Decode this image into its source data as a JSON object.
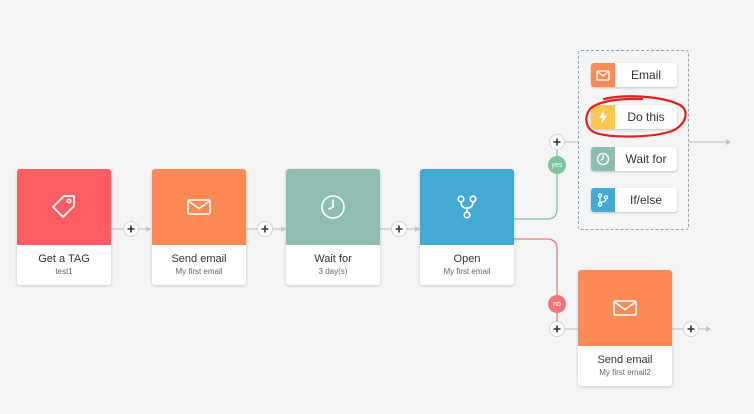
{
  "colors": {
    "tag": "#fe5f62",
    "email": "#fe8a56",
    "wait": "#8fbdb1",
    "condition": "#45aad3",
    "yes": "#7fc49b",
    "no": "#f07777",
    "do_this": "#fcc654",
    "annotation": "#e0201e",
    "wire": "#c4c7ca"
  },
  "nodes": {
    "get_tag": {
      "title": "Get a TAG",
      "subtitle": "test1",
      "icon": "tag-icon"
    },
    "send_email": {
      "title": "Send email",
      "subtitle": "My first email",
      "icon": "envelope-icon"
    },
    "wait_for": {
      "title": "Wait for",
      "subtitle": "3 day(s)",
      "icon": "clock-icon"
    },
    "open": {
      "title": "Open",
      "subtitle": "My first email",
      "icon": "branch-icon"
    },
    "send_email_2": {
      "title": "Send email",
      "subtitle": "My first email2",
      "icon": "envelope-icon"
    }
  },
  "branches": {
    "yes_label": "yes",
    "no_label": "no"
  },
  "picker": {
    "options": [
      {
        "label": "Email",
        "icon": "envelope-icon"
      },
      {
        "label": "Do this",
        "icon": "lightning-icon"
      },
      {
        "label": "Wait for",
        "icon": "clock-icon"
      },
      {
        "label": "If/else",
        "icon": "branch-icon"
      }
    ]
  }
}
